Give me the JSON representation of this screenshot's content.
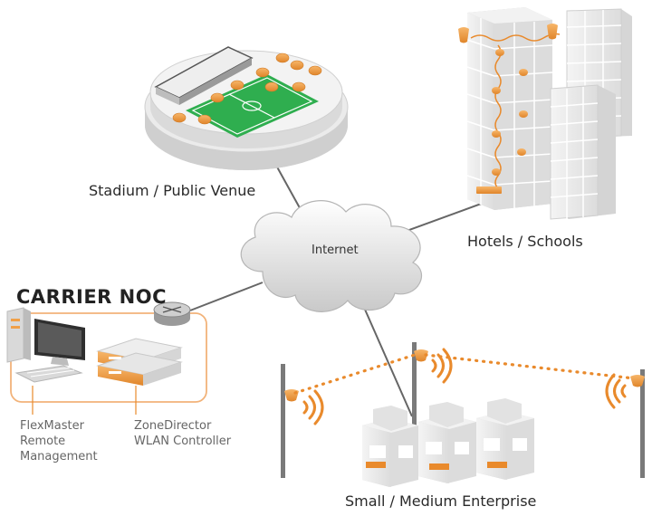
{
  "labels": {
    "stadium": "Stadium / Public Venue",
    "hotels": "Hotels / Schools",
    "internet": "Internet",
    "carrier_noc": "CARRIER NOC",
    "flexmaster": [
      "FlexMaster",
      "Remote",
      "Management"
    ],
    "zonedirector": [
      "ZoneDirector",
      "WLAN Controller"
    ],
    "enterprise": "Small / Medium Enterprise"
  },
  "colors": {
    "accent_orange": "#f0a048",
    "wifi_orange": "#e98a2c",
    "noc_border": "#f2b37a",
    "field_green": "#2fae4f",
    "link_gray": "#666666",
    "building_gray": "#e4e4e4"
  },
  "icons": [
    "cloud-icon",
    "router-icon",
    "desktop-computer-icon",
    "controller-appliance-icon",
    "access-point-icon",
    "wifi-signal-icon",
    "antenna-pole-icon"
  ]
}
